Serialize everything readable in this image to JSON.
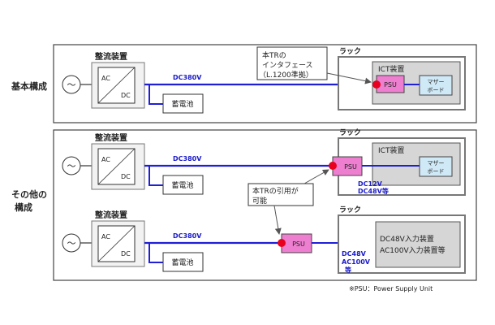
{
  "colors": {
    "line": "#1f1fd6",
    "psu_dot": "#e8001e",
    "psu_fill": "#ee7fd0",
    "rack_fill": "#d6d6d6",
    "board_fill": "#cfe9f6",
    "label_blue": "#1a1ac8"
  },
  "sections": {
    "basic_label": "基本構成",
    "other_label_1": "その他の",
    "other_label_2": "構成"
  },
  "rectifier": {
    "title": "整流装置",
    "ac": "AC",
    "dc": "DC"
  },
  "source_symbol": "〜",
  "battery": "蓄電池",
  "rack": "ラック",
  "ict": "ICT装置",
  "psu": "PSU",
  "board_1": "マザー",
  "board_2": "ボード",
  "voltage_dc380": "DC380V",
  "callouts": {
    "interface_1": "本TRの",
    "interface_2": "インタフェース",
    "interface_3": "（L.1200準拠）",
    "citation_1": "本TRの引用が",
    "citation_2": "可能"
  },
  "row2_outputs": {
    "line1": "DC12V",
    "line2": "DC48V等"
  },
  "row3_outputs": {
    "line1": "DC48V",
    "line2": "AC100V",
    "line3": "等"
  },
  "row3_device": {
    "line1": "DC48V入力装置",
    "line2": "AC100V入力装置等"
  },
  "footnote": "※PSU：Power Supply Unit"
}
